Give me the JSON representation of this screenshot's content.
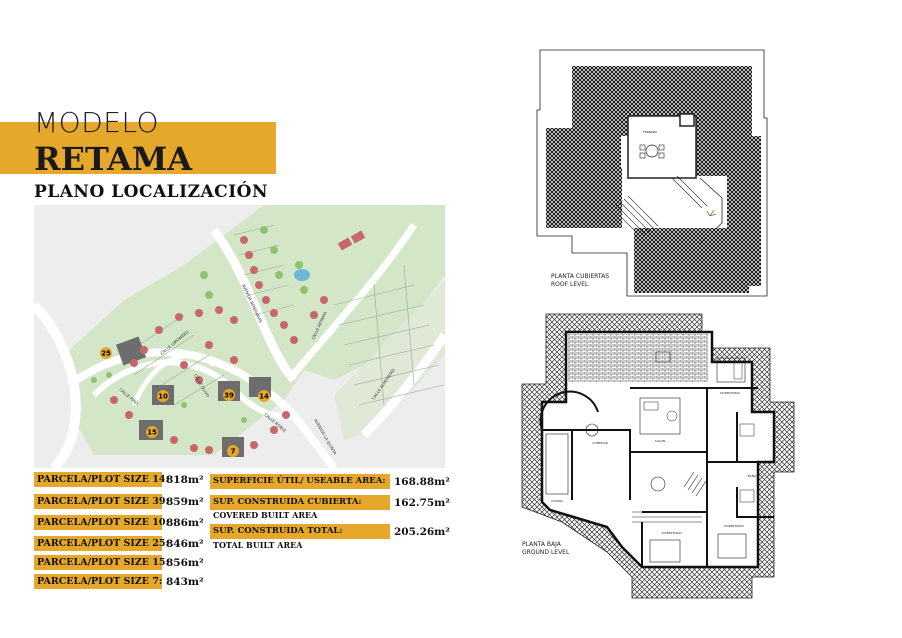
{
  "header": {
    "modelo": "MODELO",
    "name": "RETAMA",
    "subtitle": "PLANO LOCALIZACIÓN"
  },
  "site_plan": {
    "plots_highlighted": [
      "25",
      "10",
      "39",
      "14",
      "15",
      "7"
    ],
    "street_labels": [
      "AVENIDA BENAHAVIS",
      "CALLE RETAMA",
      "CALLE OLIVO",
      "CALLE PINO",
      "CALLE ROBLE",
      "AVENIDA LA QUINTA",
      "CALLE ALMENDRO",
      "CALLE LIMONERO"
    ]
  },
  "plots": [
    {
      "label": "PARCELA/PLOT SIZE 14:",
      "value": "818m²"
    },
    {
      "label": "PARCELA/PLOT SIZE 39:",
      "value": "859m²"
    },
    {
      "label": "PARCELA/PLOT SIZE 10:",
      "value": "886m²"
    },
    {
      "label": "PARCELA/PLOT SIZE 25:",
      "value": "846m²"
    },
    {
      "label": "PARCELA/PLOT SIZE 15:",
      "value": "856m²"
    },
    {
      "label": "PARCELA/PLOT SIZE 7:",
      "value": "843m²"
    }
  ],
  "areas": [
    {
      "label": "SUPERFICIE ÚTIL/ USEABLE AREA:",
      "value": "168.88m²",
      "sub": ""
    },
    {
      "label": "SUP. CONSTRUIDA CUBIERTA:",
      "value": "162.75m²",
      "sub": "COVERED BUILT AREA"
    },
    {
      "label": "SUP. CONSTRUIDA TOTAL:",
      "value": "205.26m²",
      "sub": "TOTAL BUILT AREA"
    }
  ],
  "roof_plan": {
    "caption_es": "PLANTA CUBIERTAS",
    "caption_en": "ROOF LEVEL",
    "room_label": "TERRAZA"
  },
  "ground_plan": {
    "caption_es": "PLANTA BAJA",
    "caption_en": "GROUND LEVEL",
    "rooms": [
      "DORMITORIO",
      "SALON",
      "COCINA",
      "COMEDOR",
      "BAÑO",
      "DORMITORIO",
      "DORMITORIO"
    ]
  },
  "colors": {
    "accent": "#e5a82a",
    "greenery": "#d4e6c8",
    "tree": "#8fc46e",
    "road": "#e8e8e8",
    "plot_dark": "#6d6d6d",
    "house": "#c7676a"
  }
}
